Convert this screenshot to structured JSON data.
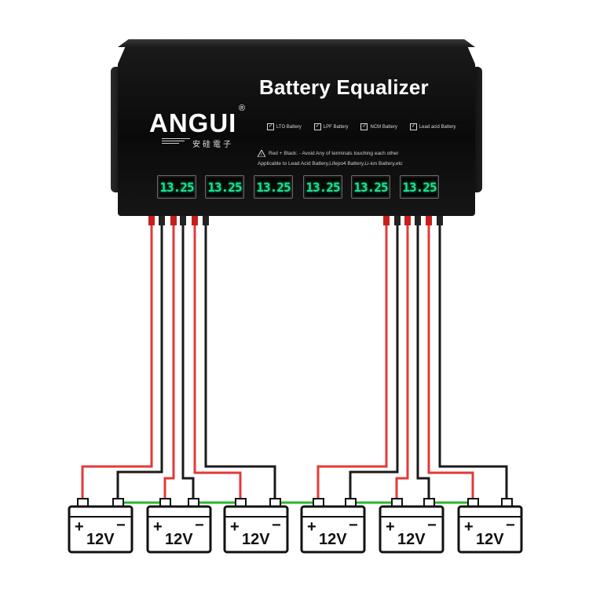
{
  "product": {
    "brand": "ANGUI",
    "brand_registered": "®",
    "brand_subtitle": "安硅電子",
    "title": "Battery Equalizer",
    "battery_types": [
      {
        "label": "LTO Battery",
        "checked": true
      },
      {
        "label": "LPF Battery",
        "checked": true
      },
      {
        "label": "NCM Battery",
        "checked": true
      },
      {
        "label": "Lead acid Battery",
        "checked": true
      }
    ],
    "warning": "Red  +  Black: -   Avoid Any of terminals touching each other",
    "applicable": "Applicable to Lead Acid Battery,Lifepo4 Battery,Li-ion Battery,etc"
  },
  "displays": [
    "13.25",
    "13.25",
    "13.25",
    "13.25",
    "13.25",
    "13.25"
  ],
  "batteries": [
    {
      "label": "12V",
      "plus": "+",
      "minus": "−"
    },
    {
      "label": "12V",
      "plus": "+",
      "minus": "−"
    },
    {
      "label": "12V",
      "plus": "+",
      "minus": "−"
    },
    {
      "label": "12V",
      "plus": "+",
      "minus": "−"
    },
    {
      "label": "12V",
      "plus": "+",
      "minus": "−"
    },
    {
      "label": "12V",
      "plus": "+",
      "minus": "−"
    }
  ],
  "colors": {
    "display_digits": "#19e28e",
    "positive_wire": "#e23a3a",
    "negative_wire": "#1a1a1a",
    "series_link": "#2bb62b",
    "device_body": "#0d0d0d"
  }
}
